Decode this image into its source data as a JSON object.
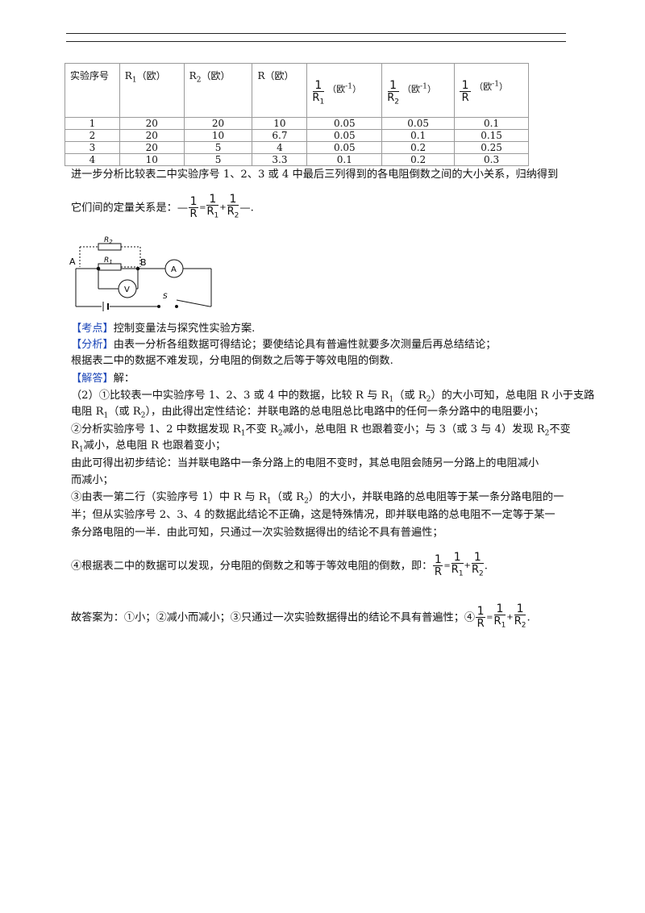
{
  "table": {
    "headers": [
      "实验序号",
      "R",
      "1",
      "（欧）",
      "R",
      "2",
      "（欧）",
      "R",
      "（欧）",
      "1",
      "R",
      "1",
      "（欧",
      "-1",
      "）",
      "1",
      "R",
      "2",
      "（欧",
      "-1",
      "）",
      "1",
      "R",
      "（欧",
      "-1",
      "）"
    ],
    "rows": [
      [
        "1",
        "20",
        "20",
        "10",
        "0.05",
        "0.05",
        "0.1"
      ],
      [
        "2",
        "20",
        "10",
        "6.7",
        "0.05",
        "0.1",
        "0.15"
      ],
      [
        "3",
        "20",
        "5",
        "4",
        "0.05",
        "0.2",
        "0.25"
      ],
      [
        "4",
        "10",
        "5",
        "3.3",
        "0.1",
        "0.2",
        "0.3"
      ]
    ]
  },
  "text": {
    "p1": "进一步分析比较表二中实验序号 1、2、3 或 4 中最后三列得到的各电阻倒数之间的大小关系，归纳得到",
    "p2_a": "它们间的定量关系是：",
    "dash": "—",
    "period": ".",
    "one": "1",
    "R": "R",
    "R1": "R",
    "sub1": "1",
    "sub2": "2",
    "eq": "=",
    "plus": "+",
    "kaodian_tag": "【考点】",
    "kaodian": "控制变量法与探究性实验方案.",
    "fenxi_tag": "【分析】",
    "fenxi1": "由表一分析各组数据可得结论；要使结论具有普遍性就要多次测量后再总结结论；",
    "fenxi2": "根据表二中的数据不难发现，分电阻的倒数之后等于等效电阻的倒数.",
    "jieda_tag": "【解答】",
    "jieda": "解：",
    "s1": "（2）①比较表一中实验序号 1、2、3 或 4 中的数据，比较 R 与 R",
    "s1_b": "（或 R",
    "s1_c": "）的大小可知，总电阻 R 小于支路",
    "s2_a": "电阻 R",
    "s2_b": "（或 R",
    "s2_c": "），由此得出定性结论：并联电路的总电阻总比电路中的任何一条分路中的电阻要小；",
    "s3_a": "②分析实验序号 1、2 中数据发现 R",
    "s3_b": "不变 R",
    "s3_c": "减小，总电阻 R 也跟着变小；与 3（或 3 与 4）发现 R",
    "s3_d": "不变",
    "s4_a": "R",
    "s4_b": "减小，总电阻 R 也跟着变小；",
    "s5": "由此可得出初步结论：当并联电路中一条分路上的电阻不变时，其总电阻会随另一分路上的电阻减小",
    "s6": "而减小；",
    "s7_a": "③由表一第二行（实验序号 1）中 R 与 R",
    "s7_b": "（或 R",
    "s7_c": "）的大小，并联电路的总电阻等于某一条分路电阻的一",
    "s8": "半；但从实验序号 2、3、4 的数据此结论不正确，这是特殊情况，即并联电路的总电阻不一定等于某一",
    "s9": "条分路电阻的一半．由此可知，只通过一次实验数据得出的结论不具有普遍性；",
    "s10": "④根据表二中的数据可以发现，分电阻的倒数之和等于等效电阻的倒数，即：",
    "s11": "故答案为：①小；②减小而减小；③只通过一次实验数据得出的结论不具有普遍性；④"
  },
  "circuit": {
    "label_a": "A",
    "label_b": "B",
    "r2": "R",
    "r2_sub": "2",
    "r1": "R",
    "r1_sub": "1",
    "ammeter": "A",
    "voltmeter": "V",
    "switch": "S"
  }
}
